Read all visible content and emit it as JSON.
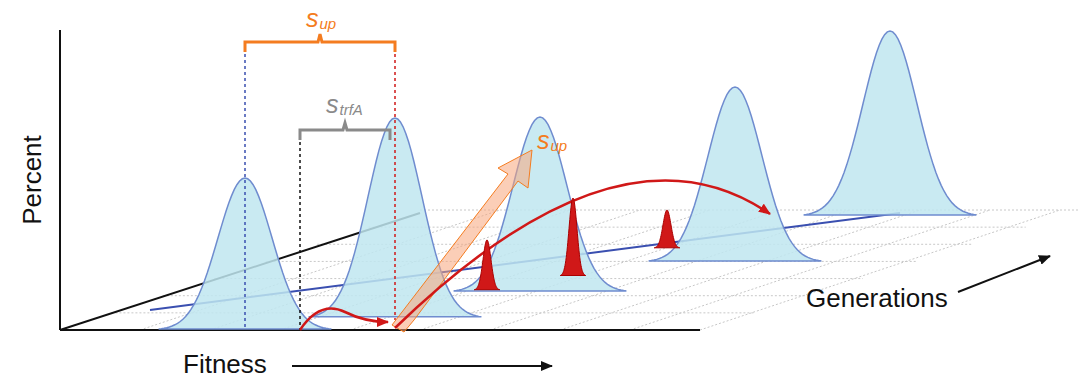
{
  "diagram": {
    "labels": [
      "sup",
      "strfA",
      "sup",
      "Percent",
      "Fitness",
      "Generations"
    ]
  }
}
